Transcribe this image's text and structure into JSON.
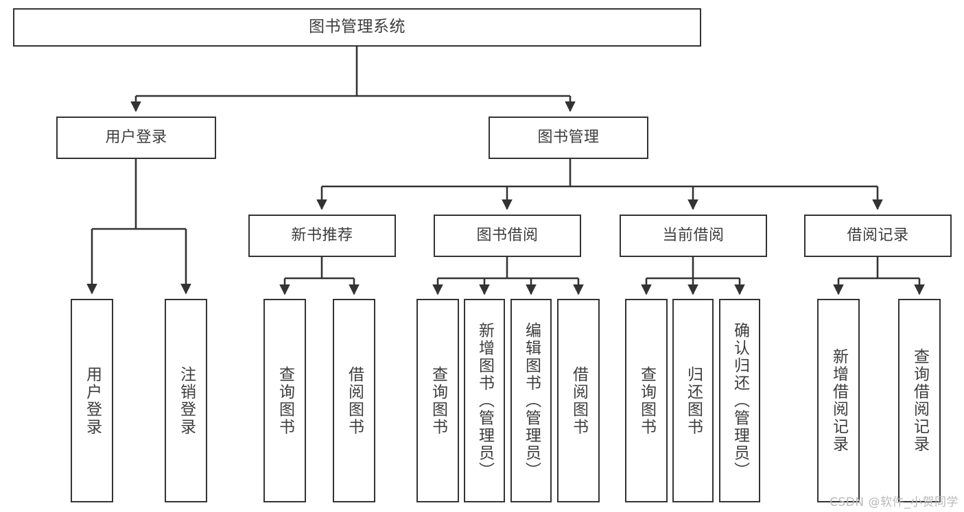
{
  "diagram": {
    "type": "tree",
    "title": "图书管理系统",
    "root": {
      "label": "图书管理系统"
    },
    "level2": [
      {
        "label": "用户登录"
      },
      {
        "label": "图书管理"
      }
    ],
    "level3": [
      {
        "label": "新书推荐"
      },
      {
        "label": "图书借阅"
      },
      {
        "label": "当前借阅"
      },
      {
        "label": "借阅记录"
      }
    ],
    "leaves_user_login": [
      {
        "label": "用户登录"
      },
      {
        "label": "注销登录"
      }
    ],
    "leaves_new_books": [
      {
        "label": "查询图书"
      },
      {
        "label": "借阅图书"
      }
    ],
    "leaves_borrow": [
      {
        "label": "查询图书"
      },
      {
        "label": "新增图书（管理员）"
      },
      {
        "label": "编辑图书（管理员）"
      },
      {
        "label": "借阅图书"
      }
    ],
    "leaves_current": [
      {
        "label": "查询图书"
      },
      {
        "label": "归还图书"
      },
      {
        "label": "确认归还（管理员）"
      }
    ],
    "leaves_records": [
      {
        "label": "新增借阅记录"
      },
      {
        "label": "查询借阅记录"
      }
    ]
  },
  "watermark": {
    "text": "CSDN @软件_小贺同学"
  },
  "colors": {
    "box_border": "#333333",
    "box_fill": "#ffffff",
    "text": "#3d3d3d",
    "connector": "#333333",
    "watermark": "#b9b9b9"
  }
}
